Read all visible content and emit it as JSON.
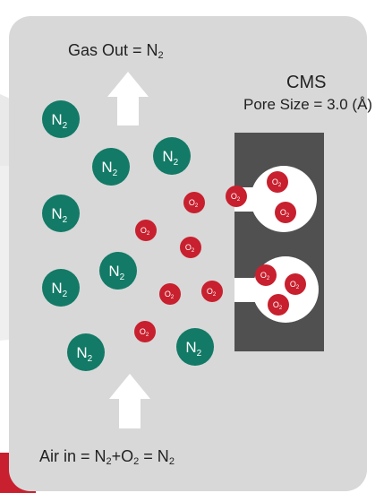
{
  "labels": {
    "gas_out_prefix": "Gas Out = N",
    "gas_out_sub": "2",
    "cms": "CMS",
    "pore_size": "Pore Size = 3.0 (Å)",
    "air_in_part1": "Air in = N",
    "air_in_sub1": "2",
    "air_in_part2": "+O",
    "air_in_sub2": "2",
    "air_in_part3": " = N",
    "air_in_sub3": "2"
  },
  "molecules": {
    "n2_symbol": "N",
    "o2_symbol": "O",
    "subscript": "2"
  },
  "colors": {
    "panel": "#d8d8d8",
    "band": "#e9e9e9",
    "accent_red": "#c8202e",
    "n2_fill": "#127a66",
    "o2_fill": "#c8202e",
    "sieve": "#505050",
    "pore": "#ffffff",
    "arrow": "#ffffff",
    "text": "#222222"
  }
}
